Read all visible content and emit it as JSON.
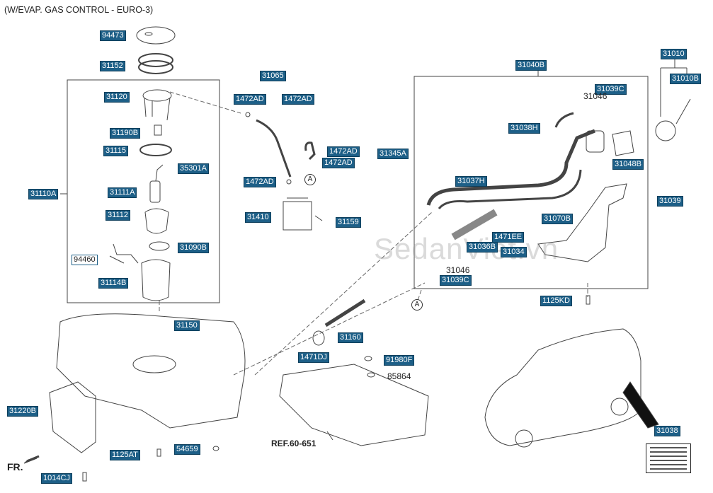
{
  "title": "(W/EVAP. GAS CONTROL - EURO-3)",
  "watermark": "SedanViet.vn",
  "ref": "REF.60-651",
  "front_marker": "FR.",
  "callout_circle": "A",
  "labels": [
    "94473",
    "31152",
    "31120",
    "31190B",
    "31115",
    "35301A",
    "31111A",
    "31112",
    "31090B",
    "94460",
    "31114B",
    "31110A",
    "31065",
    "1472AD",
    "1472AD",
    "1472AD",
    "1472AD",
    "31345A",
    "1472AD",
    "31410",
    "31159",
    "31040B",
    "31039C",
    "31038H",
    "31048B",
    "31010",
    "31010B",
    "31039",
    "31037H",
    "31070B",
    "1471EE",
    "31036B",
    "31034",
    "31039C",
    "1125KD",
    "31150",
    "31160",
    "1471DJ",
    "91980F",
    "31220B",
    "1125AT",
    "54659",
    "1014CJ",
    "31038"
  ],
  "plain_labels": [
    "31046",
    "31046",
    "85864"
  ],
  "label_color": "#1d5f87"
}
